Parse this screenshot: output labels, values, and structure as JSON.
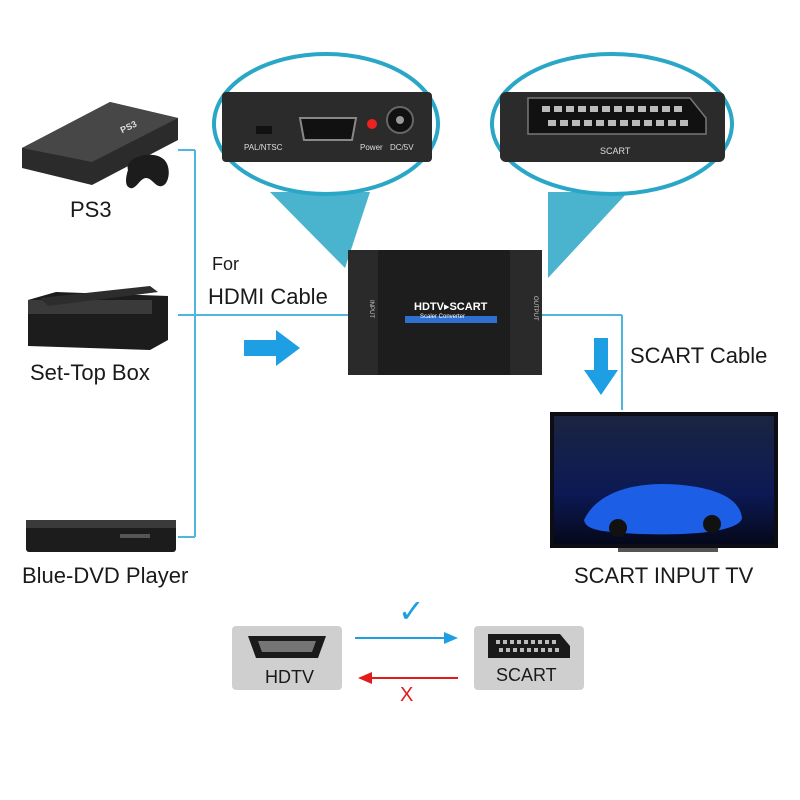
{
  "sources": {
    "ps3": "PS3",
    "ps3_logo": "PS3",
    "settop": "Set-Top Box",
    "bluray": "Blue-DVD Player"
  },
  "cable_in": {
    "for": "For",
    "name": "HDMI Cable"
  },
  "converter": {
    "title": "HDTV▸SCART",
    "subtitle": "Scaler Converter",
    "input_label": "INPUT",
    "output_label": "OUTPUT"
  },
  "zoom_left": {
    "switch_label": "PAL/NTSC",
    "power_label": "Power",
    "dc_label": "DC/5V"
  },
  "zoom_right": {
    "scart_label": "SCART"
  },
  "cable_out": {
    "name": "SCART Cable"
  },
  "tv": {
    "label": "SCART INPUT TV"
  },
  "legend": {
    "hdtv": "HDTV",
    "scart": "SCART",
    "check": "✓",
    "cross": "X"
  },
  "colors": {
    "line": "#4fb6e0",
    "arrow": "#1e9fe3",
    "zoom_fill": "#2aa6c6",
    "cross": "#e21b1b",
    "check": "#1e9fe3"
  }
}
